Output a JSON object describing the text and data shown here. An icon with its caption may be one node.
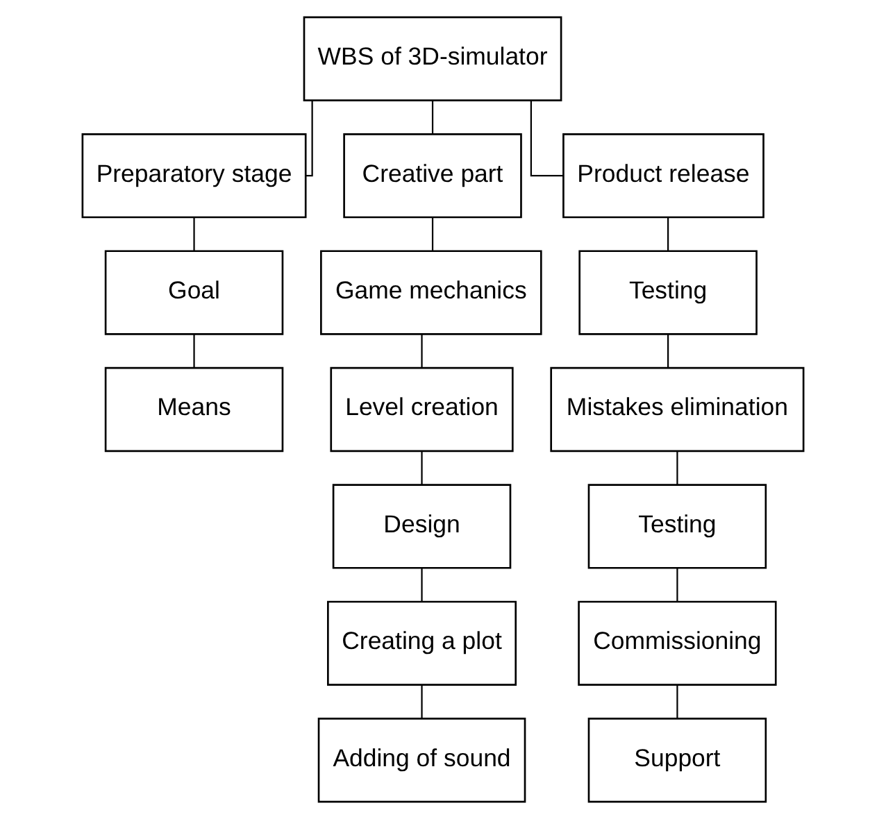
{
  "diagram": {
    "nodes": [
      {
        "text": [
          "WBS of 3D-simulator"
        ]
      },
      {
        "text": [
          "Preparatory stage"
        ]
      },
      {
        "text": [
          "Creative part"
        ]
      },
      {
        "text": [
          "Product release"
        ]
      },
      {
        "text": [
          "Goal"
        ]
      },
      {
        "text": [
          "Means"
        ]
      },
      {
        "text": [
          "Game mechanics"
        ]
      },
      {
        "text": [
          "Level creation"
        ]
      },
      {
        "text": [
          "Design"
        ]
      },
      {
        "text": [
          "Creating a plot"
        ]
      },
      {
        "text": [
          "Adding of sound"
        ]
      },
      {
        "text": [
          "Testing"
        ]
      },
      {
        "text": [
          "Mistakes elimination"
        ]
      },
      {
        "text": [
          "Testing"
        ]
      },
      {
        "text": [
          "Commissioning"
        ]
      },
      {
        "text": [
          "Support"
        ]
      }
    ],
    "edges": [
      {
        "from": 0,
        "to": 1,
        "arrow": "none"
      },
      {
        "from": 0,
        "to": 2,
        "arrow": "none"
      },
      {
        "from": 0,
        "to": 3,
        "arrow": "none"
      },
      {
        "from": 1,
        "to": 4,
        "arrow": "none"
      },
      {
        "from": 4,
        "to": 5,
        "arrow": "none"
      },
      {
        "from": 2,
        "to": 6,
        "arrow": "none"
      },
      {
        "from": 6,
        "to": 7,
        "arrow": "none"
      },
      {
        "from": 7,
        "to": 8,
        "arrow": "none"
      },
      {
        "from": 8,
        "to": 9,
        "arrow": "none"
      },
      {
        "from": 9,
        "to": 10,
        "arrow": "none"
      },
      {
        "from": 3,
        "to": 11,
        "arrow": "none"
      },
      {
        "from": 11,
        "to": 12,
        "arrow": "none"
      },
      {
        "from": 12,
        "to": 13,
        "arrow": "none"
      },
      {
        "from": 13,
        "to": 14,
        "arrow": "none"
      },
      {
        "from": 14,
        "to": 15,
        "arrow": "none"
      }
    ]
  }
}
